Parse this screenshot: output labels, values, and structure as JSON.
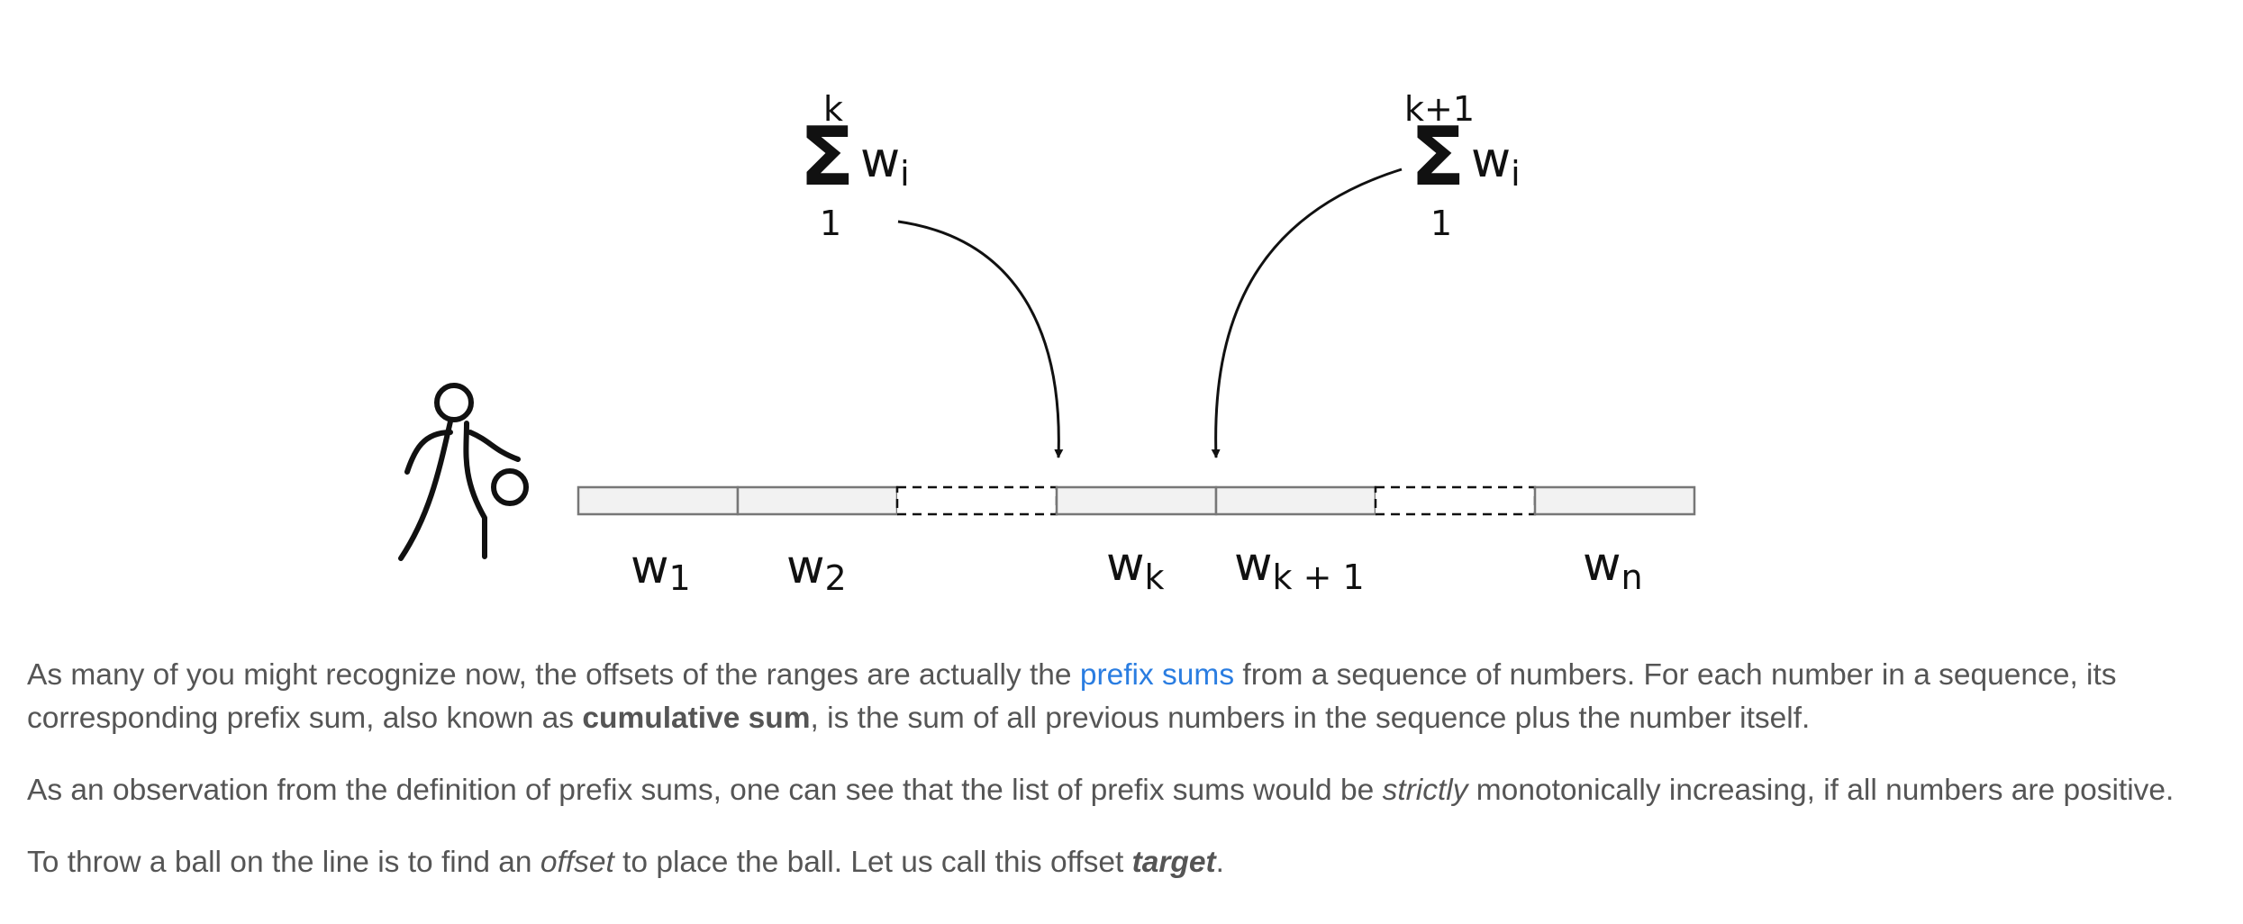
{
  "diagram": {
    "formula_left": {
      "upper": "k",
      "symbol": "Σ",
      "term": "w",
      "term_sub": "i",
      "lower": "1"
    },
    "formula_right": {
      "upper": "k+1",
      "symbol": "Σ",
      "term": "w",
      "term_sub": "i",
      "lower": "1"
    },
    "segments": [
      {
        "w": "w",
        "sub": "1"
      },
      {
        "w": "w",
        "sub": "2"
      },
      {
        "w": "w",
        "sub": "k"
      },
      {
        "w": "w",
        "sub": "k + 1"
      },
      {
        "w": "w",
        "sub": "n"
      }
    ]
  },
  "paragraphs": {
    "p1": {
      "t1": "As many of you might recognize now, the offsets of the ranges are actually the ",
      "link": "prefix sums",
      "t2": " from a sequence of numbers. For each number in a sequence, its corresponding prefix sum, also known as ",
      "bold": "cumulative sum",
      "t3": ", is the sum of all previous numbers in the sequence plus the number itself."
    },
    "p2": {
      "t1": "As an observation from the definition of prefix sums, one can see that the list of prefix sums would be ",
      "em": "strictly",
      "t2": " monotonically increasing, if all numbers are positive."
    },
    "p3": {
      "t1": "To throw a ball on the line is to find an ",
      "em": "offset",
      "t2": " to place the ball. Let us call this offset ",
      "bem": "target",
      "t3": "."
    }
  }
}
